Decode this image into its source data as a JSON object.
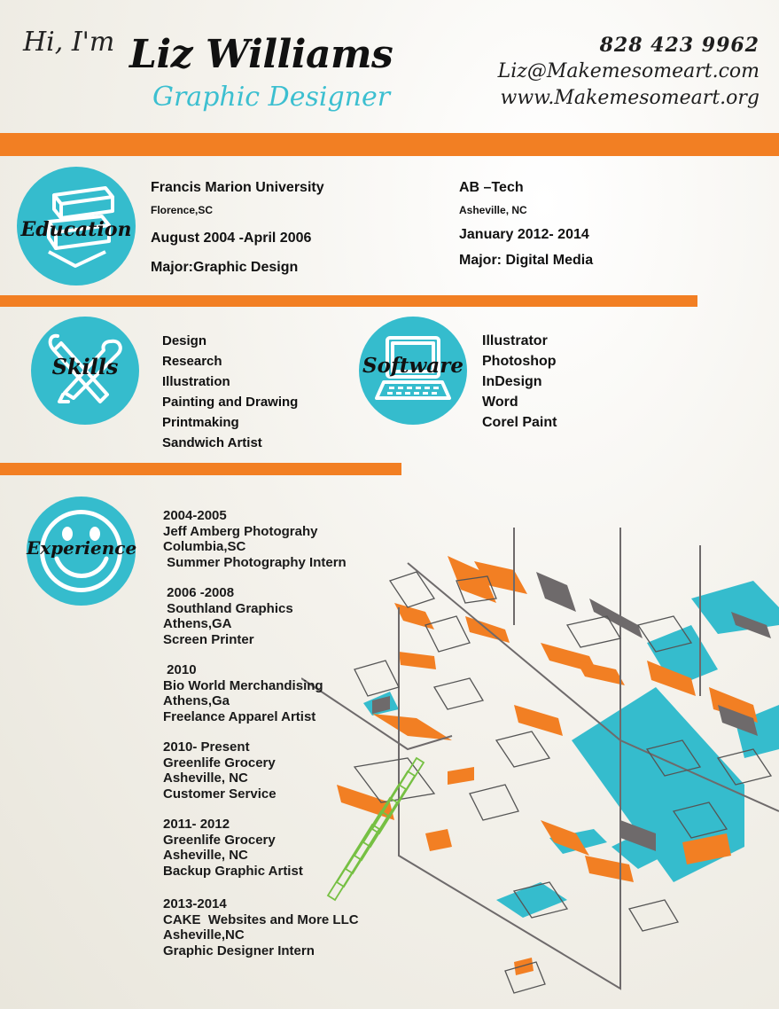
{
  "header": {
    "greeting": "Hi, I'm",
    "name": "Liz Williams",
    "role": "Graphic Designer",
    "phone": "828 423 9962",
    "email": "Liz@Makemesomeart.com",
    "website": "www.Makemesomeart.org"
  },
  "colors": {
    "accent_orange": "#f27f23",
    "accent_teal": "#35bccd",
    "text": "#111111"
  },
  "education": {
    "label": "Education",
    "icon": "books-icon",
    "schools": [
      {
        "name": "Francis Marion University",
        "location": "Florence,SC",
        "dates": "August 2004 -April 2006",
        "major": "Major:Graphic Design"
      },
      {
        "name": "AB –Tech",
        "location": "Asheville, NC",
        "dates": "January 2012- 2014",
        "major": "Major: Digital Media"
      }
    ]
  },
  "skills": {
    "label": "Skills",
    "icon": "tools-icon",
    "items": [
      "Design",
      "Research",
      "Illustration",
      "Painting and Drawing",
      "Printmaking",
      "Sandwich Artist"
    ]
  },
  "software": {
    "label": "Software",
    "icon": "computer-icon",
    "items": [
      "Illustrator",
      "Photoshop",
      "InDesign",
      "Word",
      "Corel Paint"
    ]
  },
  "experience": {
    "label": "Experience",
    "icon": "smiley-icon",
    "jobs": [
      {
        "dates": "2004-2005",
        "company": "Jeff Amberg Photograhy",
        "location": "Columbia,SC",
        "title": " Summer Photography Intern"
      },
      {
        "dates": " 2006 -2008",
        "company": " Southland Graphics",
        "location": "Athens,GA",
        "title": "Screen Printer"
      },
      {
        "dates": " 2010",
        "company": "Bio World Merchandising",
        "location": "Athens,Ga",
        "title": "Freelance Apparel Artist"
      },
      {
        "dates": "2010- Present",
        "company": "Greenlife Grocery",
        "location": "Asheville, NC",
        "title": "Customer Service"
      },
      {
        "dates": "2011- 2012",
        "company": "Greenlife Grocery",
        "location": "Asheville, NC",
        "title": "Backup Graphic Artist"
      },
      {
        "dates": "2013-2014",
        "company": "CAKE  Websites and More LLC",
        "location": "Asheville,NC",
        "title": "Graphic Designer Intern"
      }
    ]
  }
}
